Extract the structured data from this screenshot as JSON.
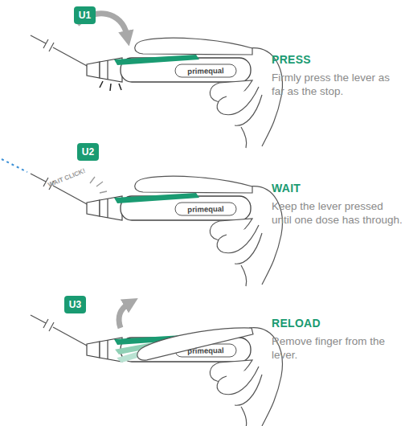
{
  "diagram": {
    "nodes": [
      {
        "text": [
          "U1"
        ]
      },
      {
        "text": [
          "U2"
        ]
      },
      {
        "text": [
          "U3"
        ]
      }
    ],
    "labels": [
      "PRESS",
      "Firmly press the lever as far as the stop.",
      "primequal",
      "WAIT CLICK!",
      "WAIT",
      "Keep the lever pressed until one dose has through.",
      "primequal",
      "RELOAD",
      "Remove finger from the lever.",
      "primequal"
    ]
  }
}
